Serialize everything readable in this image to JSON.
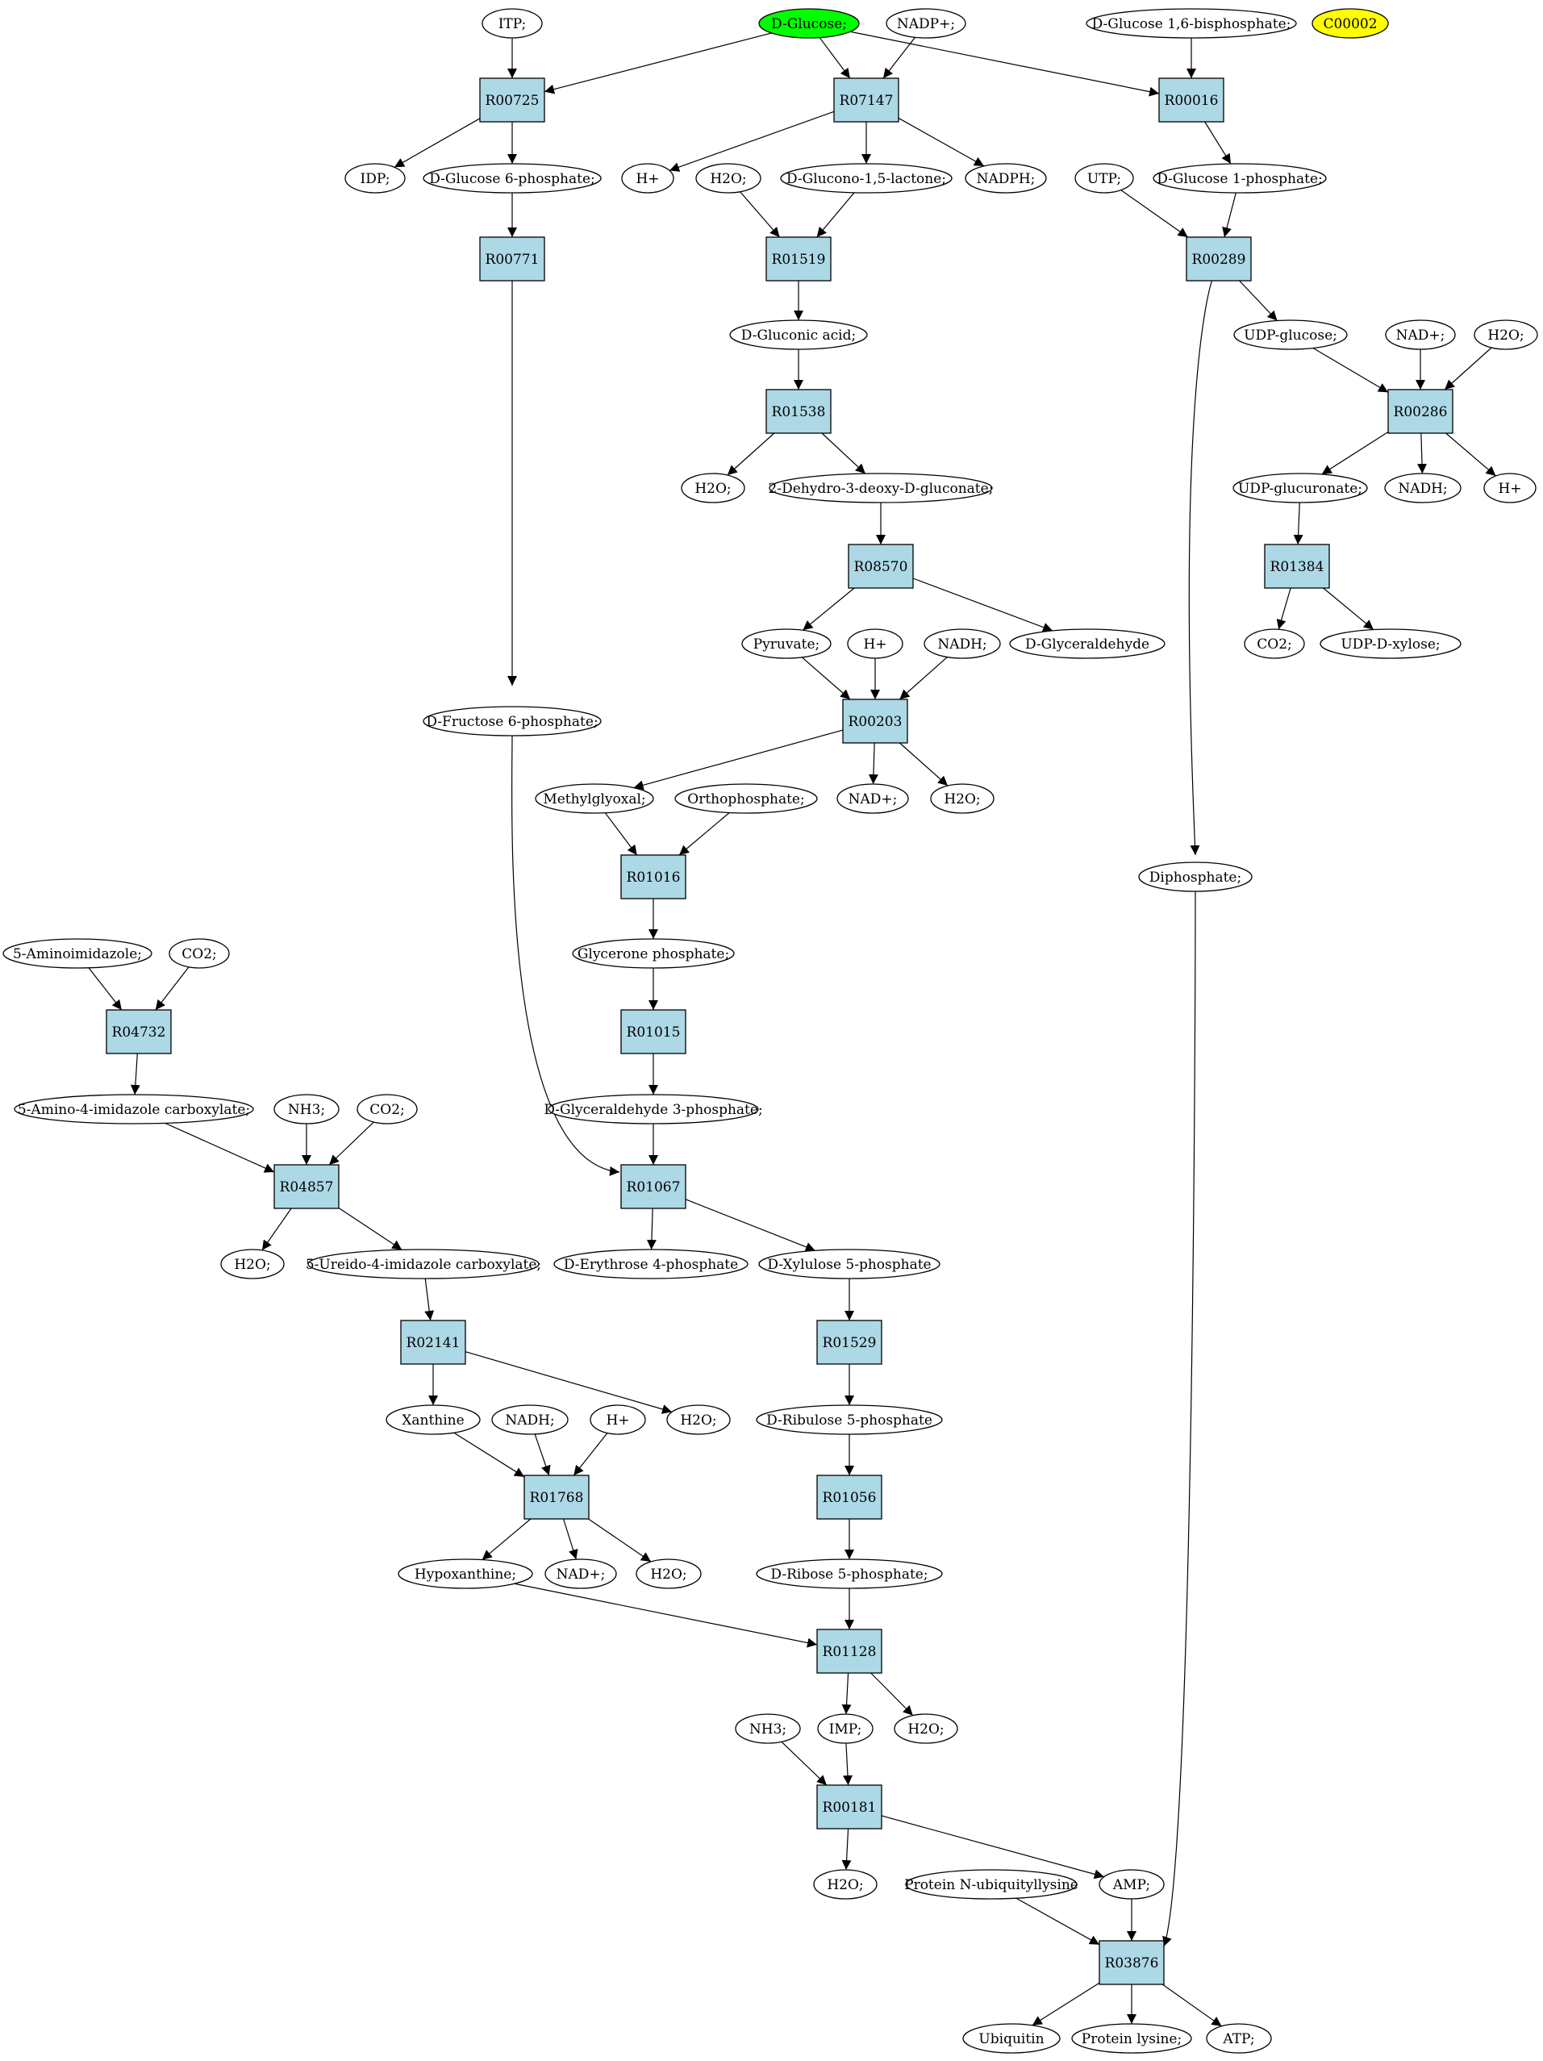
{
  "colors": {
    "reaction_fill": "#add8e6",
    "compound_fill": "#ffffff",
    "start_fill": "#00ff00",
    "highlight_fill": "#ffff00",
    "stroke": "#000000"
  },
  "compounds": {
    "itp": "ITP;",
    "glucose": "D-Glucose;",
    "nadp": "NADP+;",
    "g16bp": "D-Glucose 1,6-bisphosphate;",
    "c00002": "C00002",
    "idp": "IDP;",
    "g6p": "D-Glucose 6-phosphate;",
    "hplus_1": "H+",
    "h2o_1": "H2O;",
    "gluconolactone": "D-Glucono-1,5-lactone;",
    "nadph": "NADPH;",
    "utp": "UTP;",
    "g1p": "D-Glucose 1-phosphate;",
    "gluconic": "D-Gluconic acid;",
    "udpglc": "UDP-glucose;",
    "nad_1": "NAD+;",
    "h2o_2": "H2O;",
    "h2o_3": "H2O;",
    "kdg": "2-Dehydro-3-deoxy-D-gluconate;",
    "udpgca": "UDP-glucuronate;",
    "nadh_1": "NADH;",
    "hplus_2": "H+",
    "pyruvate": "Pyruvate;",
    "hplus_3": "H+",
    "nadh_2": "NADH;",
    "glyceraldehyde": "D-Glyceraldehyde",
    "co2_1": "CO2;",
    "udpxyl": "UDP-D-xylose;",
    "f6p": "D-Fructose 6-phosphate;",
    "methylglyoxal": "Methylglyoxal;",
    "orthophosphate": "Orthophosphate;",
    "nad_2": "NAD+;",
    "h2o_4": "H2O;",
    "diphosphate": "Diphosphate;",
    "aminoimidazole": "5-Aminoimidazole;",
    "co2_2": "CO2;",
    "dhap": "Glycerone phosphate;",
    "aica": "5-Amino-4-imidazole carboxylate;",
    "nh3_1": "NH3;",
    "co2_3": "CO2;",
    "gap": "D-Glyceraldehyde 3-phosphate;",
    "h2o_5": "H2O;",
    "uica": "5-Ureido-4-imidazole carboxylate;",
    "e4p": "D-Erythrose 4-phosphate",
    "x5p": "D-Xylulose 5-phosphate",
    "xanthine": "Xanthine",
    "nadh_3": "NADH;",
    "hplus_4": "H+",
    "h2o_6": "H2O;",
    "ru5p": "D-Ribulose 5-phosphate",
    "hypoxanthine": "Hypoxanthine;",
    "nad_3": "NAD+;",
    "h2o_7": "H2O;",
    "r5p": "D-Ribose 5-phosphate;",
    "nh3_2": "NH3;",
    "imp": "IMP;",
    "h2o_8": "H2O;",
    "h2o_9": "H2O;",
    "ubqlys": "Protein N-ubiquityllysine",
    "amp": "AMP;",
    "ubiquitin": "Ubiquitin",
    "lysine": "Protein lysine;",
    "atp": "ATP;"
  },
  "reactions": {
    "R00725": "R00725",
    "R07147": "R07147",
    "R00016": "R00016",
    "R00771": "R00771",
    "R01519": "R01519",
    "R00289": "R00289",
    "R01538": "R01538",
    "R00286": "R00286",
    "R08570": "R08570",
    "R01384": "R01384",
    "R00203": "R00203",
    "R01016": "R01016",
    "R04732": "R04732",
    "R01015": "R01015",
    "R04857": "R04857",
    "R01067": "R01067",
    "R02141": "R02141",
    "R01529": "R01529",
    "R01768": "R01768",
    "R01056": "R01056",
    "R01128": "R01128",
    "R00181": "R00181",
    "R03876": "R03876"
  },
  "edges": [
    [
      "itp",
      "R00725"
    ],
    [
      "glucose",
      "R00725"
    ],
    [
      "R00725",
      "idp"
    ],
    [
      "R00725",
      "g6p"
    ],
    [
      "glucose",
      "R07147"
    ],
    [
      "nadp",
      "R07147"
    ],
    [
      "R07147",
      "hplus_1"
    ],
    [
      "R07147",
      "gluconolactone"
    ],
    [
      "R07147",
      "nadph"
    ],
    [
      "glucose",
      "R00016"
    ],
    [
      "g16bp",
      "R00016"
    ],
    [
      "R00016",
      "g1p"
    ],
    [
      "g6p",
      "R00771"
    ],
    [
      "R00771",
      "f6p"
    ],
    [
      "h2o_1",
      "R01519"
    ],
    [
      "gluconolactone",
      "R01519"
    ],
    [
      "R01519",
      "gluconic"
    ],
    [
      "utp",
      "R00289"
    ],
    [
      "g1p",
      "R00289"
    ],
    [
      "R00289",
      "udpglc"
    ],
    [
      "R00289",
      "diphosphate"
    ],
    [
      "gluconic",
      "R01538"
    ],
    [
      "R01538",
      "h2o_3"
    ],
    [
      "R01538",
      "kdg"
    ],
    [
      "udpglc",
      "R00286"
    ],
    [
      "nad_1",
      "R00286"
    ],
    [
      "h2o_2",
      "R00286"
    ],
    [
      "R00286",
      "udpgca"
    ],
    [
      "R00286",
      "nadh_1"
    ],
    [
      "R00286",
      "hplus_2"
    ],
    [
      "kdg",
      "R08570"
    ],
    [
      "R08570",
      "pyruvate"
    ],
    [
      "R08570",
      "glyceraldehyde"
    ],
    [
      "udpgca",
      "R01384"
    ],
    [
      "R01384",
      "co2_1"
    ],
    [
      "R01384",
      "udpxyl"
    ],
    [
      "pyruvate",
      "R00203"
    ],
    [
      "hplus_3",
      "R00203"
    ],
    [
      "nadh_2",
      "R00203"
    ],
    [
      "R00203",
      "methylglyoxal"
    ],
    [
      "R00203",
      "nad_2"
    ],
    [
      "R00203",
      "h2o_4"
    ],
    [
      "methylglyoxal",
      "R01016"
    ],
    [
      "orthophosphate",
      "R01016"
    ],
    [
      "R01016",
      "dhap"
    ],
    [
      "aminoimidazole",
      "R04732"
    ],
    [
      "co2_2",
      "R04732"
    ],
    [
      "R04732",
      "aica"
    ],
    [
      "dhap",
      "R01015"
    ],
    [
      "R01015",
      "gap"
    ],
    [
      "aica",
      "R04857"
    ],
    [
      "nh3_1",
      "R04857"
    ],
    [
      "co2_3",
      "R04857"
    ],
    [
      "R04857",
      "h2o_5"
    ],
    [
      "R04857",
      "uica"
    ],
    [
      "gap",
      "R01067"
    ],
    [
      "f6p",
      "R01067"
    ],
    [
      "R01067",
      "e4p"
    ],
    [
      "R01067",
      "x5p"
    ],
    [
      "uica",
      "R02141"
    ],
    [
      "R02141",
      "xanthine"
    ],
    [
      "R02141",
      "h2o_6"
    ],
    [
      "x5p",
      "R01529"
    ],
    [
      "R01529",
      "ru5p"
    ],
    [
      "xanthine",
      "R01768"
    ],
    [
      "nadh_3",
      "R01768"
    ],
    [
      "hplus_4",
      "R01768"
    ],
    [
      "R01768",
      "hypoxanthine"
    ],
    [
      "R01768",
      "nad_3"
    ],
    [
      "R01768",
      "h2o_7"
    ],
    [
      "ru5p",
      "R01056"
    ],
    [
      "R01056",
      "r5p"
    ],
    [
      "r5p",
      "R01128"
    ],
    [
      "hypoxanthine",
      "R01128"
    ],
    [
      "R01128",
      "imp"
    ],
    [
      "R01128",
      "h2o_8"
    ],
    [
      "nh3_2",
      "R00181"
    ],
    [
      "imp",
      "R00181"
    ],
    [
      "R00181",
      "h2o_9"
    ],
    [
      "R00181",
      "amp"
    ],
    [
      "ubqlys",
      "R03876"
    ],
    [
      "amp",
      "R03876"
    ],
    [
      "diphosphate",
      "R03876"
    ],
    [
      "R03876",
      "ubiquitin"
    ],
    [
      "R03876",
      "lysine"
    ],
    [
      "R03876",
      "atp"
    ]
  ]
}
